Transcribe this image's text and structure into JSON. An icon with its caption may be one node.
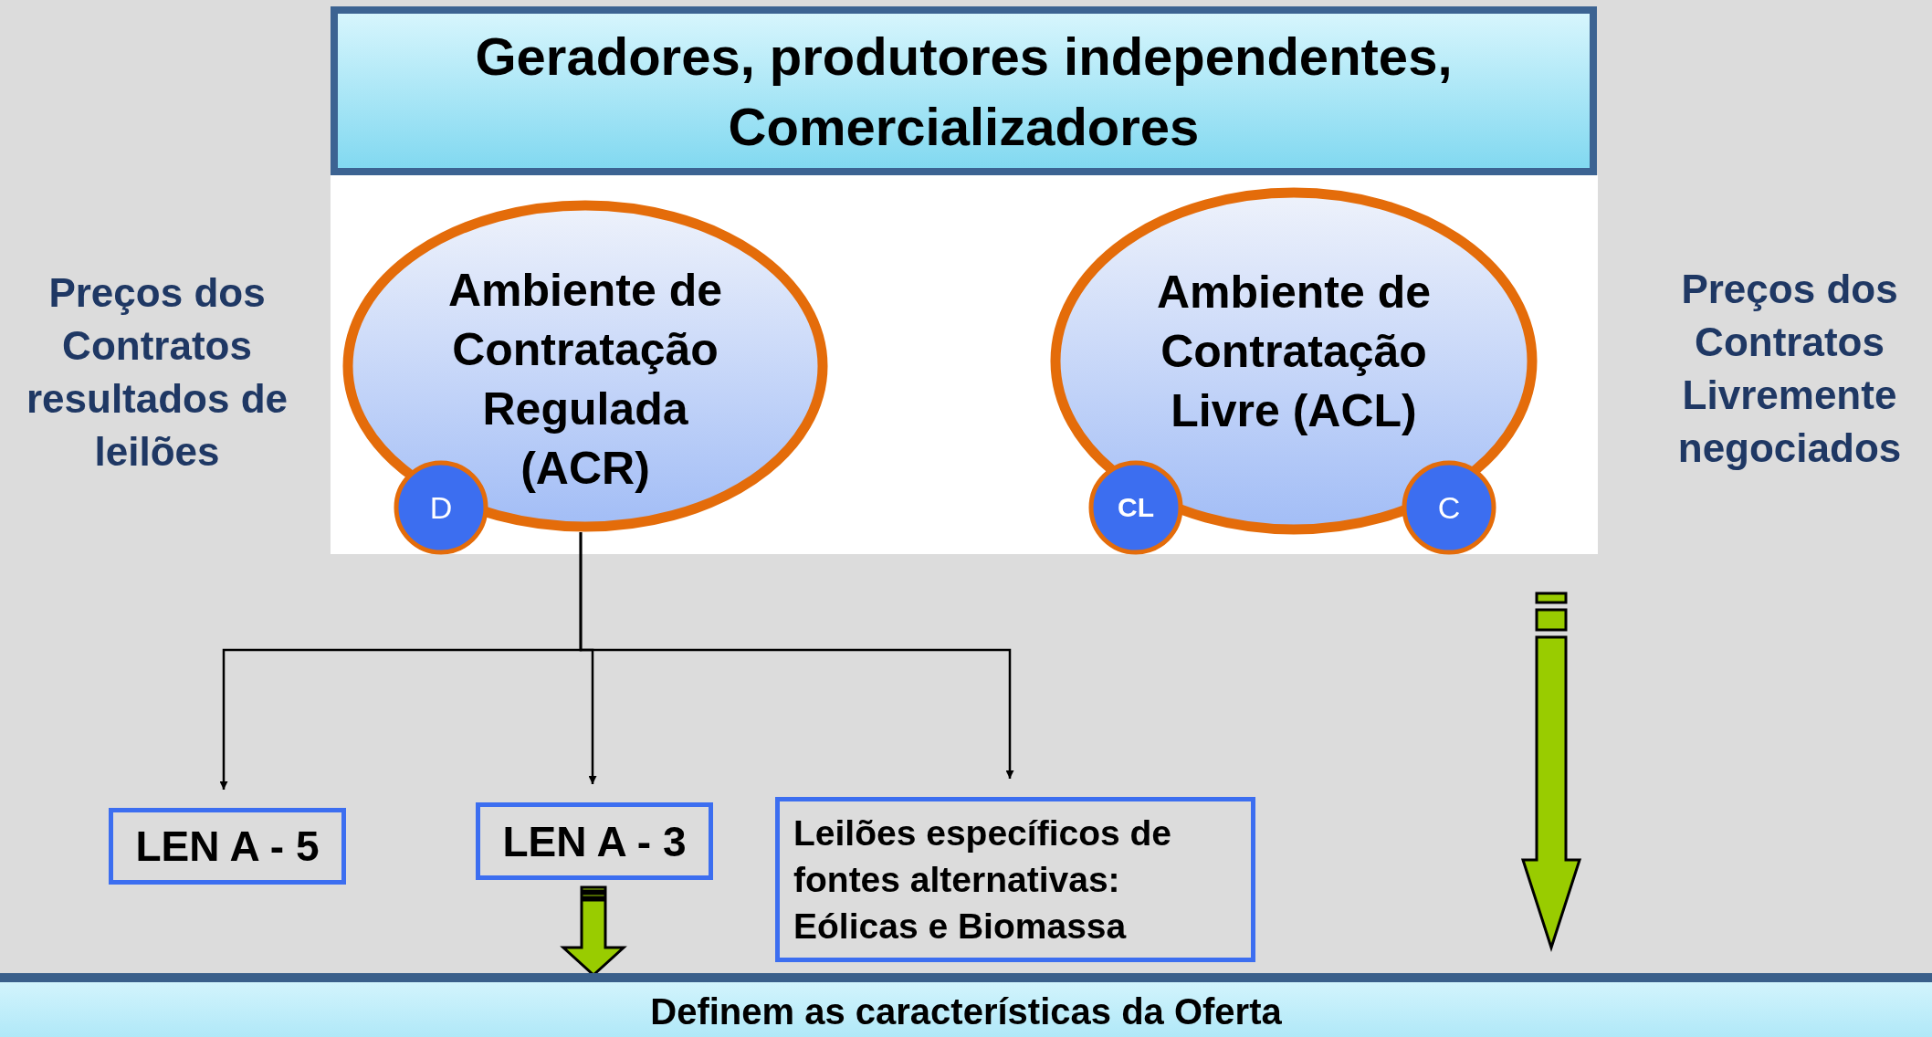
{
  "diagram": {
    "nodes": [
      {
        "text": [
          "Geradores, produtores independentes, Comercializadores"
        ]
      },
      {
        "text": [
          "Ambiente de Contratação Regulada (ACR)"
        ]
      },
      {
        "text": [
          "D"
        ]
      },
      {
        "text": [
          "Ambiente de Contratação Livre (ACL)"
        ]
      },
      {
        "text": [
          "CL"
        ]
      },
      {
        "text": [
          "C"
        ]
      },
      {
        "text": [
          "LEN A - 5"
        ]
      },
      {
        "text": [
          "LEN A - 3"
        ]
      },
      {
        "text": [
          "Leilões específicos de fontes alternativas: Eólicas e Biomassa"
        ]
      },
      {
        "text": [
          "Definem as características da Oferta"
        ]
      }
    ],
    "edges": [
      {
        "from": 1,
        "to": 6,
        "arrow": "to"
      },
      {
        "from": 1,
        "to": 7,
        "arrow": "to"
      },
      {
        "from": 1,
        "to": 8,
        "arrow": "to"
      },
      {
        "from": 7,
        "to": 9,
        "arrow": "to",
        "style": "thick",
        "color": "#99cc00"
      },
      {
        "from": null,
        "to": 9,
        "arrow": "to",
        "style": "thick",
        "color": "#99cc00"
      }
    ],
    "labels": [
      "Preços dos Contratos resultados de leilões",
      "Preços dos Contratos Livremente negociados"
    ]
  }
}
